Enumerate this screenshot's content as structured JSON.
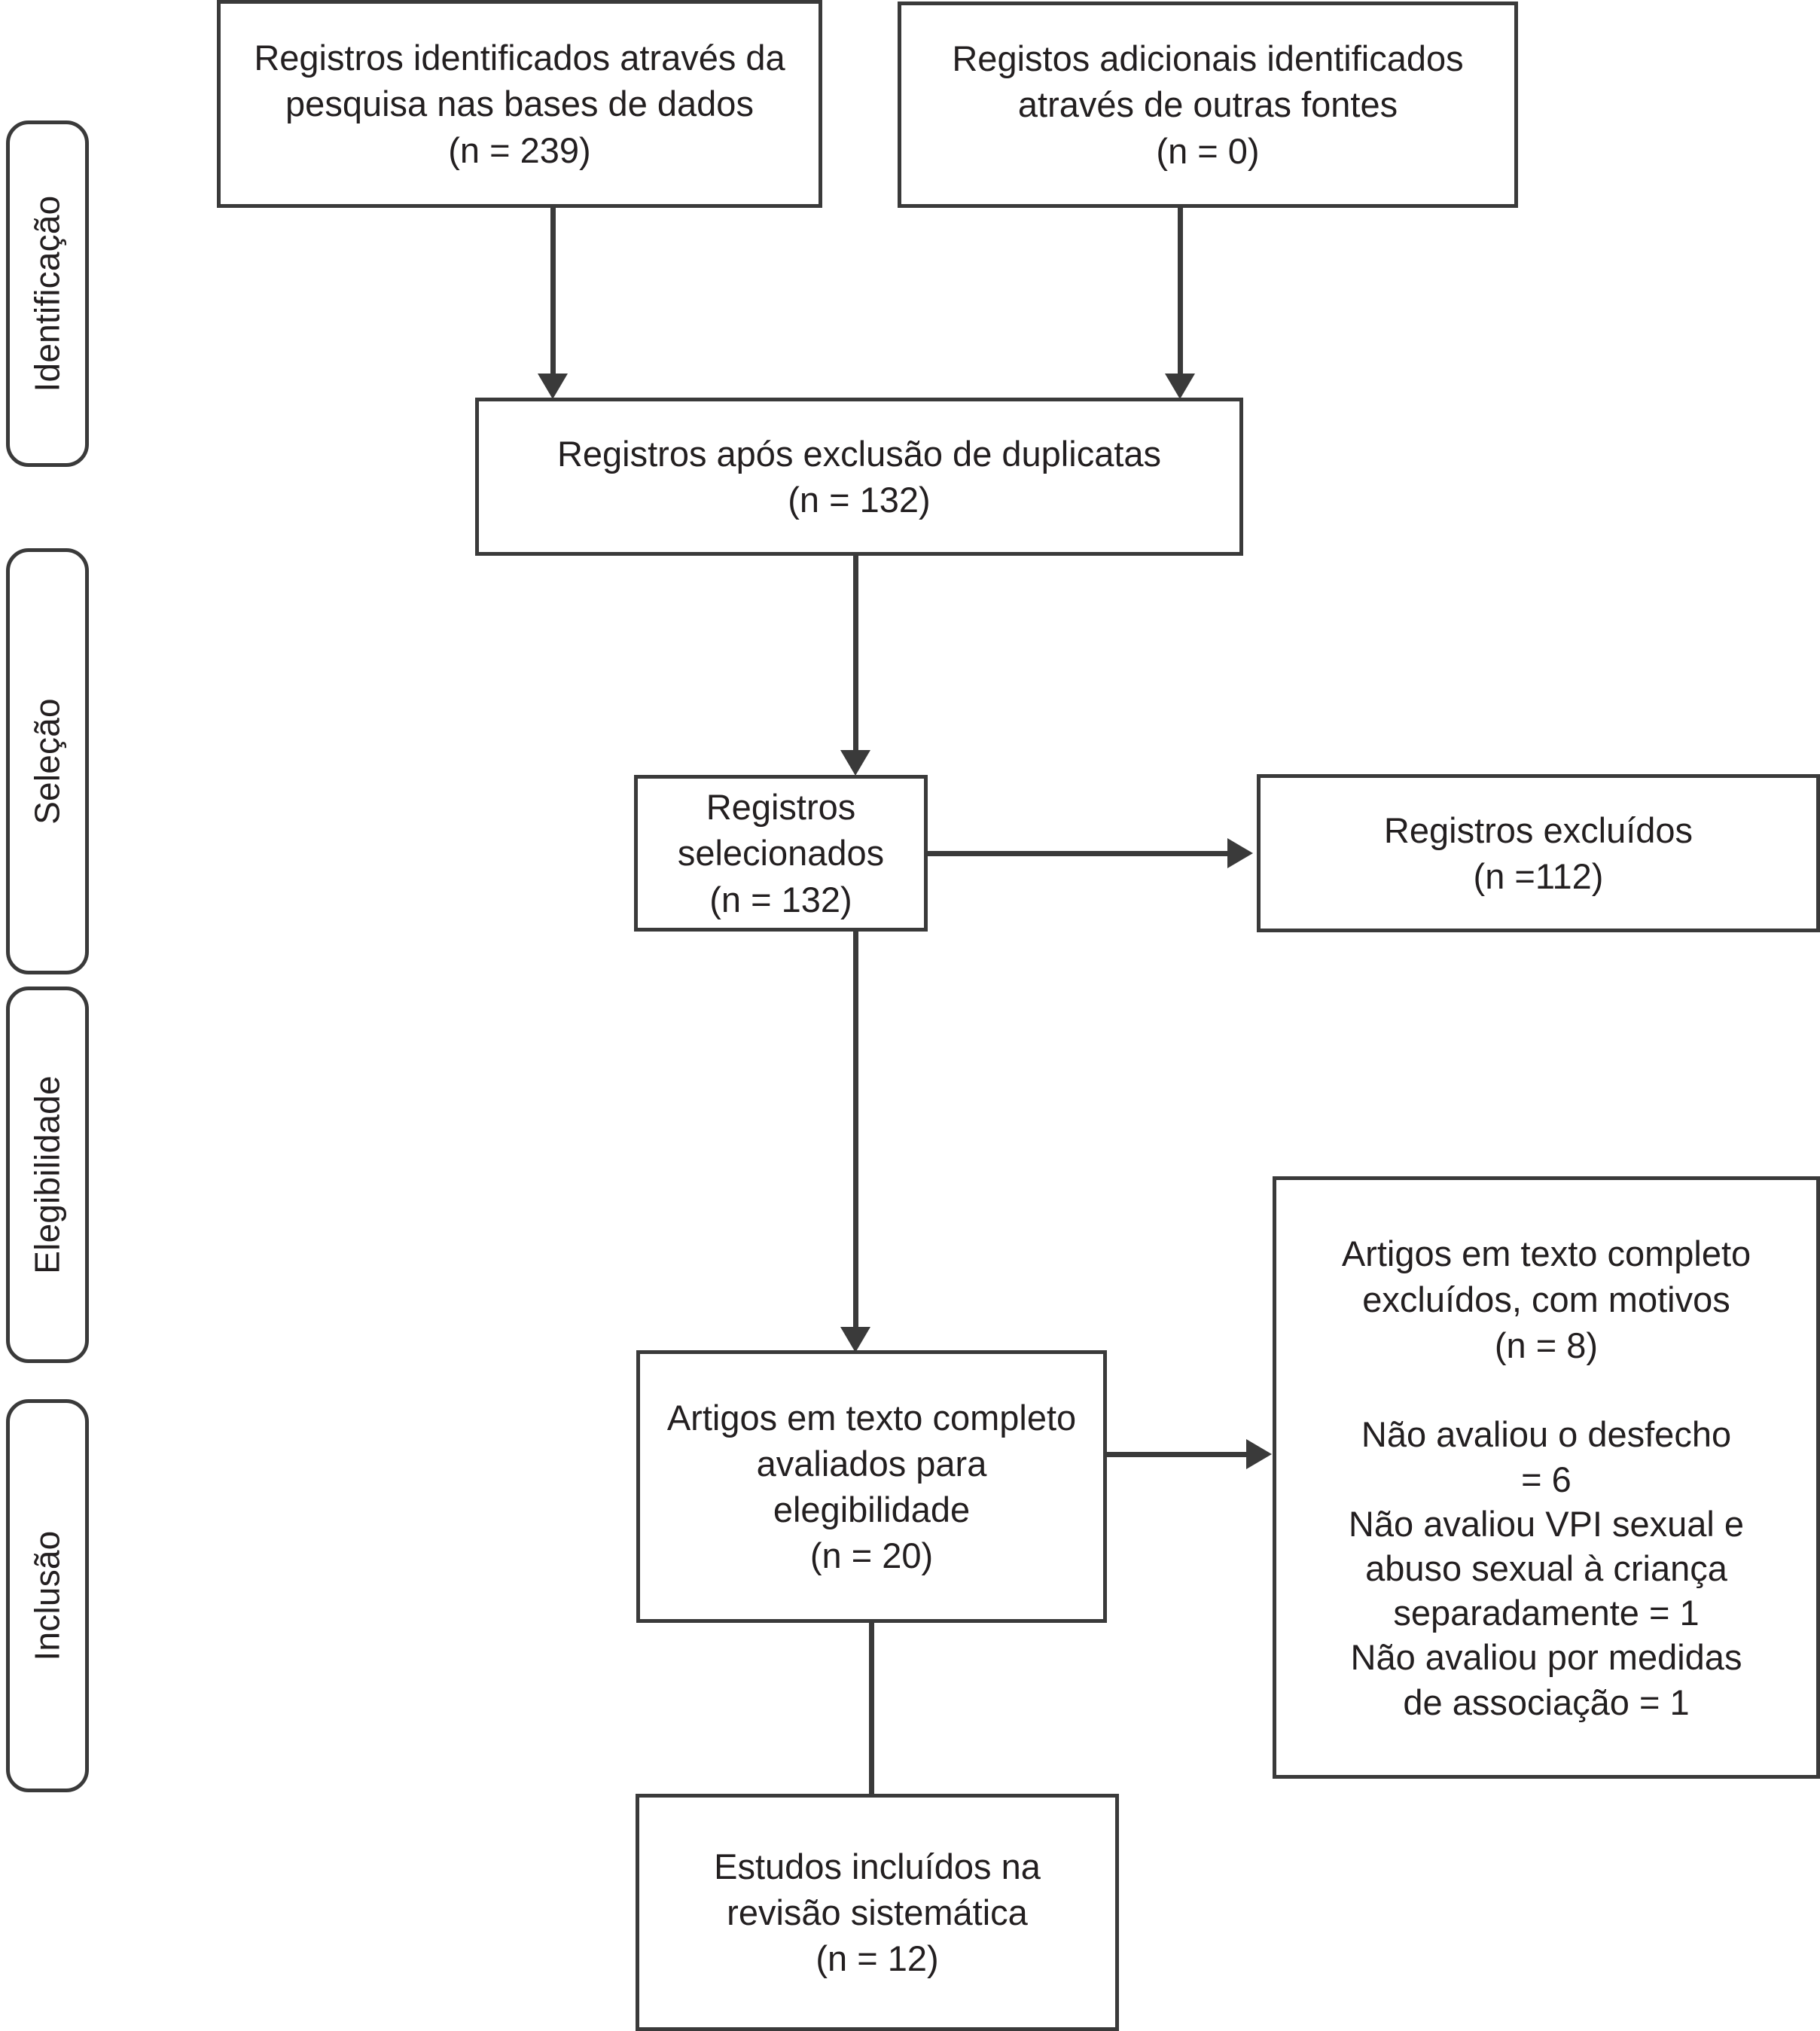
{
  "diagram": {
    "title": "PRISMA flow diagram",
    "language": "pt-BR",
    "line_color": "#3a3a3a",
    "text_color": "#231f20",
    "background": "#ffffff"
  },
  "phases": [
    {
      "id": "identificacao",
      "label": "Identificação"
    },
    {
      "id": "selecao",
      "label": "Seleção"
    },
    {
      "id": "elegibilidade",
      "label": "Elegibilidade"
    },
    {
      "id": "inclusao",
      "label": "Inclusão"
    }
  ],
  "boxes": {
    "records_databases": {
      "text": "Registros identificados através da\npesquisa nas bases de dados\n(n = 239)",
      "n": 239
    },
    "records_other_sources": {
      "text": "Registos adicionais identificados\natravés de outras fontes\n(n = 0)",
      "n": 0
    },
    "records_after_duplicates": {
      "text": "Registros após exclusão de duplicatas\n(n = 132)",
      "n": 132
    },
    "records_screened": {
      "text": "Registros selecionados\n(n = 132)",
      "n": 132
    },
    "records_excluded": {
      "text": "Registros excluídos\n(n =112)",
      "n": 112
    },
    "fulltext_assessed": {
      "text": "Artigos em texto completo\navaliados para\nelegibilidade\n(n = 20)",
      "n": 20
    },
    "fulltext_excluded": {
      "header": "Artigos em texto completo\nexcluídos, com motivos\n(n = 8)",
      "n": 8,
      "reasons": "Não avaliou o desfecho\n= 6\nNão avaliou VPI sexual e\nabuso sexual à criança\nseparadamente = 1\nNão avaliou por medidas\nde associação = 1",
      "reason_items": [
        {
          "label": "Não avaliou o desfecho",
          "count": 6
        },
        {
          "label": "Não avaliou VPI sexual e abuso sexual à criança separadamente",
          "count": 1
        },
        {
          "label": "Não avaliou por medidas de associação",
          "count": 1
        }
      ]
    },
    "studies_included": {
      "text": "Estudos incluídos na\nrevisão sistemática\n(n = 12)",
      "n": 12
    }
  }
}
